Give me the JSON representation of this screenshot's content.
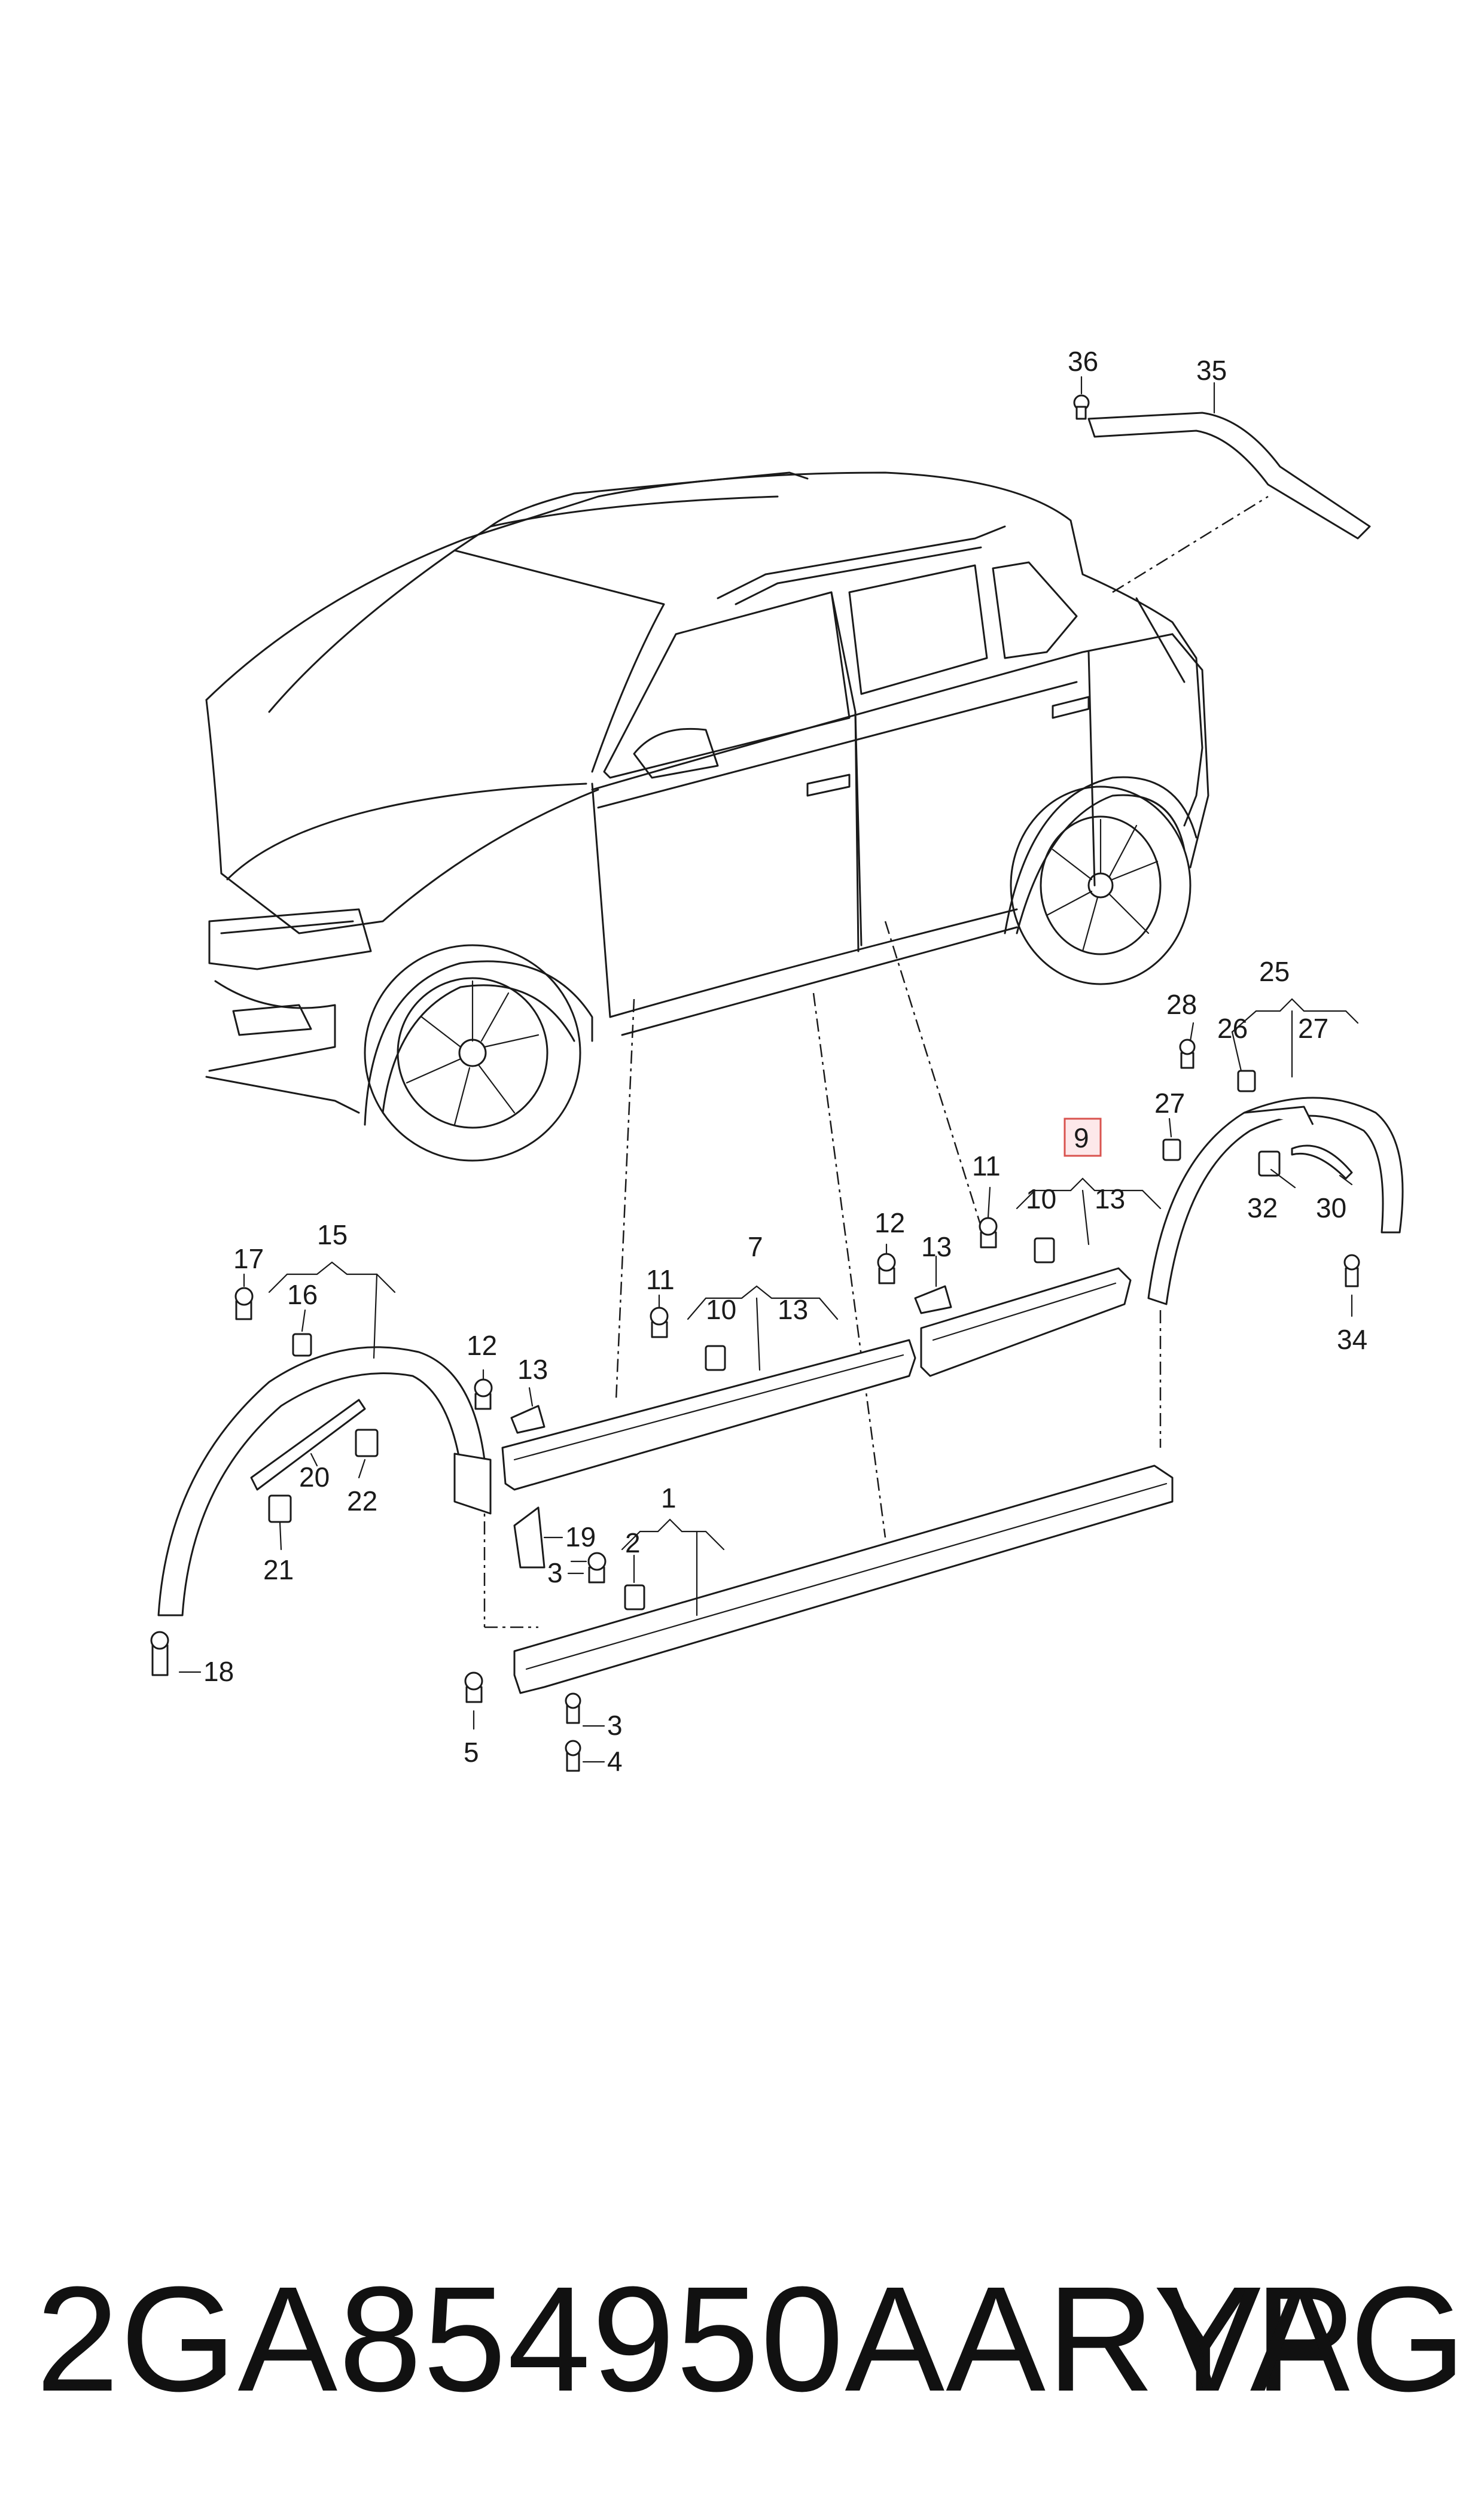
{
  "callouts": {
    "c1": "1",
    "c2": "2",
    "c3a": "3",
    "c3b": "3",
    "c4": "4",
    "c5": "5",
    "c7": "7",
    "c9": "9",
    "c10a": "10",
    "c10b": "10",
    "c11a": "11",
    "c11b": "11",
    "c12a": "12",
    "c12b": "12",
    "c13a": "13",
    "c13b": "13",
    "c13c": "13",
    "c13d": "13",
    "c15": "15",
    "c16": "16",
    "c17": "17",
    "c18": "18",
    "c19": "19",
    "c20": "20",
    "c21": "21",
    "c22": "22",
    "c25": "25",
    "c26": "26",
    "c27a": "27",
    "c27b": "27",
    "c28": "28",
    "c30": "30",
    "c32": "32",
    "c34": "34",
    "c35": "35",
    "c36": "36"
  },
  "highlighted_callout": "9",
  "footer": {
    "part_number": "2GA854950AARYP",
    "brand": "VAG"
  },
  "colors": {
    "line": "#1a1a1a",
    "highlight_border": "#d9534f",
    "highlight_fill": "#fde8ea"
  }
}
